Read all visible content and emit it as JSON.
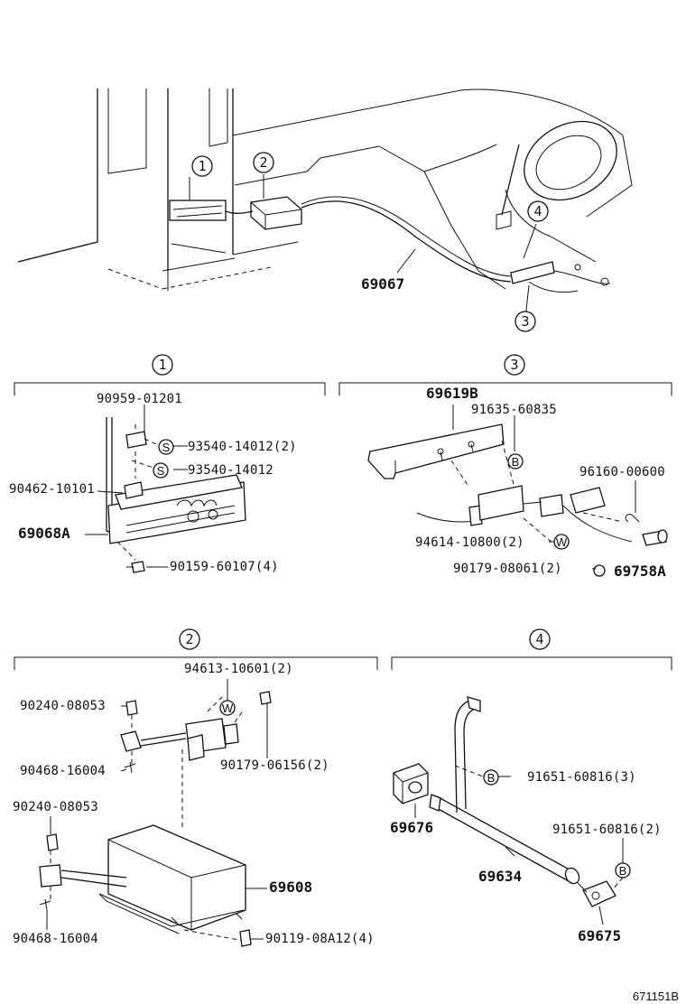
{
  "callouts": {
    "c1": "1",
    "c2": "2",
    "c3": "3",
    "c4": "4"
  },
  "overview": {
    "main_cable": "69067"
  },
  "section1": {
    "label": "1",
    "p_top": "90959-01201",
    "p_s1": "93540-14012(2)",
    "p_s2": "93540-14012",
    "p_left": "90462-10101",
    "p_main": "69068A",
    "p_bolt": "90159-60107(4)",
    "s_letter": "S"
  },
  "section3": {
    "label": "3",
    "p_bracket": "69619B",
    "p_stud": "91635-60835",
    "b_letter": "B",
    "p_clip": "96160-00600",
    "p_washer": "94614-10800(2)",
    "w_letter": "W",
    "p_nut": "90179-08061(2)",
    "p_pin": "69758A"
  },
  "section2": {
    "label": "2",
    "p_washer": "94613-10601(2)",
    "w_letter": "W",
    "p_pin1": "90240-08053",
    "p_nut": "90179-06156(2)",
    "p_clip1": "90468-16004",
    "p_pin2": "90240-08053",
    "p_box": "69608",
    "p_clip2": "90468-16004",
    "p_bolt": "90119-08A12(4)"
  },
  "section4": {
    "label": "4",
    "b_letter": "B",
    "p_bolt1": "91651-60816(3)",
    "p_holder": "69676",
    "p_bolt2": "91651-60816(2)",
    "p_rod": "69634",
    "p_link": "69675"
  },
  "footer": {
    "ref": "671151B"
  }
}
